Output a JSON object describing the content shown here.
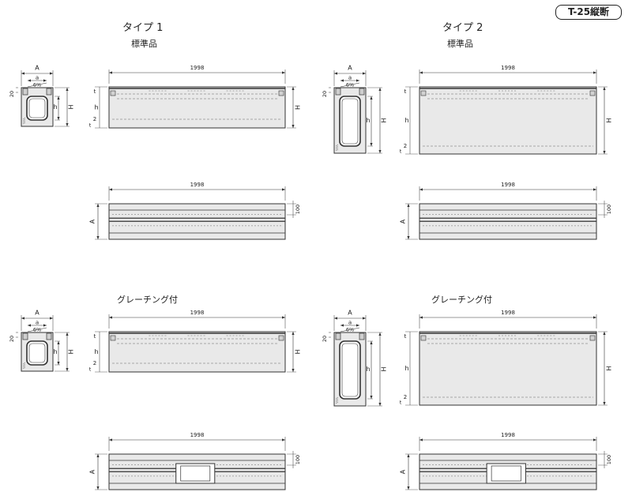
{
  "badge": "T-25縦断",
  "columns": [
    {
      "type_label": "タイプ 1",
      "variant_label": "標準品"
    },
    {
      "type_label": "タイプ 2",
      "variant_label": "標準品"
    }
  ],
  "grating_label": "グレーチング付",
  "dims": {
    "length": "1998",
    "A": "A",
    "a": "a",
    "slope": "6%",
    "top_offset": "20",
    "H": "H",
    "h": "h",
    "t": "t",
    "t2": "2",
    "plan_offset": "100"
  },
  "colors": {
    "body_fill": "#e9e9e9",
    "line": "#333333",
    "dashed": "#666666"
  }
}
